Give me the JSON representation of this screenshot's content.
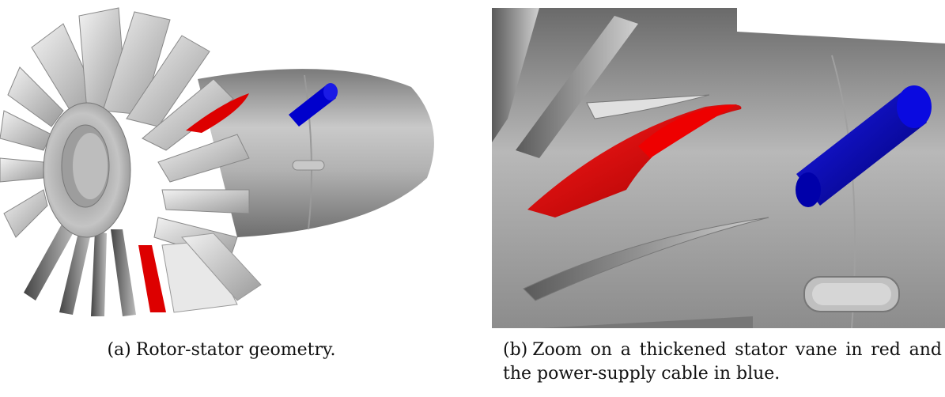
{
  "figure": {
    "subfigures": [
      {
        "label": "(a)",
        "caption": "Rotor-stator geometry.",
        "image_description": "3D render of a rotor-stator turbine assembly with gray blades, one red stator vane and a blue cable"
      },
      {
        "label": "(b)",
        "caption": "Zoom on a thickened stator vane in red and the power-supply cable in blue.",
        "image_description": "Close-up render of a red thickened stator vane and blue power-supply cable on a gray hub"
      }
    ],
    "colors": {
      "stator_vane": "#dd0000",
      "cable": "#0000cc",
      "hub": "#a8a8a8",
      "blade": "#d8d8d8"
    }
  }
}
